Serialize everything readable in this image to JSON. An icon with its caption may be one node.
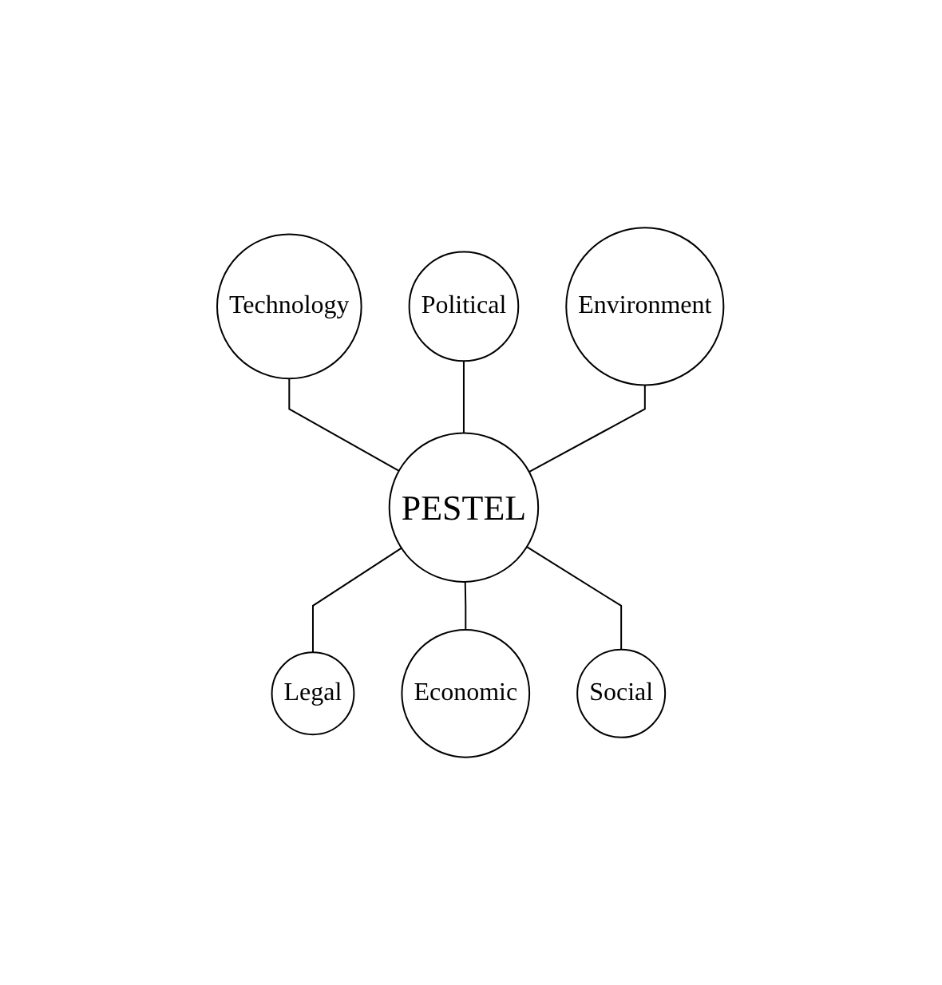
{
  "diagram": {
    "nodes": [
      {
        "text": [
          "Technology"
        ]
      },
      {
        "text": [
          "Political"
        ]
      },
      {
        "text": [
          "Environment"
        ]
      },
      {
        "text": [
          "PESTEL"
        ]
      },
      {
        "text": [
          "Legal"
        ]
      },
      {
        "text": [
          "Economic"
        ]
      },
      {
        "text": [
          "Social"
        ]
      }
    ],
    "edges": [
      {
        "from": 0,
        "to": 3,
        "arrow": "none"
      },
      {
        "from": 1,
        "to": 3,
        "arrow": "none"
      },
      {
        "from": 2,
        "to": 3,
        "arrow": "none"
      },
      {
        "from": 3,
        "to": 4,
        "arrow": "none"
      },
      {
        "from": 3,
        "to": 5,
        "arrow": "none"
      },
      {
        "from": 3,
        "to": 6,
        "arrow": "none"
      }
    ]
  }
}
